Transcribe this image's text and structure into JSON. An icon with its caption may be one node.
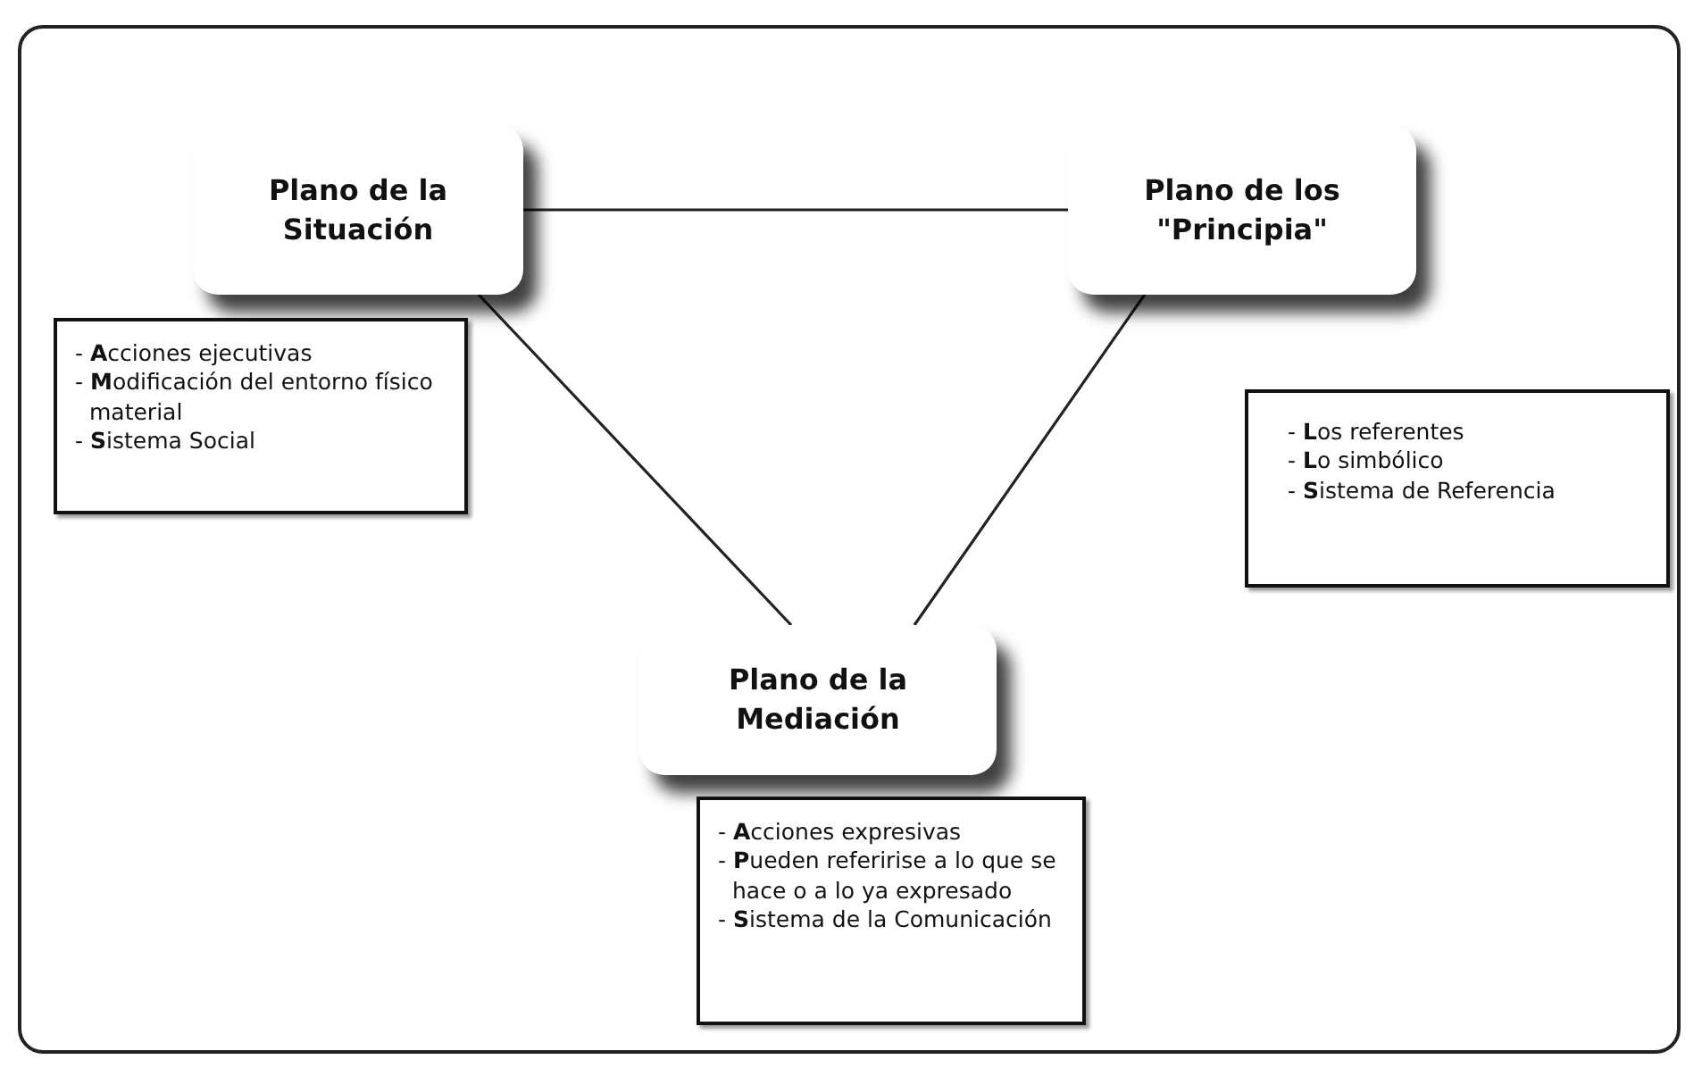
{
  "diagram": {
    "nodes": [
      {
        "text": [
          "Plano de la Situación"
        ]
      },
      {
        "text": [
          "Plano de los \"Principia\""
        ]
      },
      {
        "text": [
          "Plano de la Mediación"
        ]
      },
      {
        "text": [
          "- **A**cciones ejecutivas",
          "- **M**odificación del entorno físico material",
          "- **S**istema Social"
        ]
      },
      {
        "text": [
          "- **L**os referentes",
          "- **L**o simbólico",
          "- **S**istema de Referencia"
        ]
      },
      {
        "text": [
          "- **A**cciones expresivas",
          "- **P**ueden referirise a lo que se hace o a lo ya expresado",
          "- **S**istema de la Comunicación"
        ]
      }
    ],
    "edges": [
      {
        "from": 0,
        "to": 1,
        "arrow": "none"
      },
      {
        "from": 0,
        "to": 2,
        "arrow": "none"
      },
      {
        "from": 1,
        "to": 2,
        "arrow": "none"
      }
    ]
  }
}
